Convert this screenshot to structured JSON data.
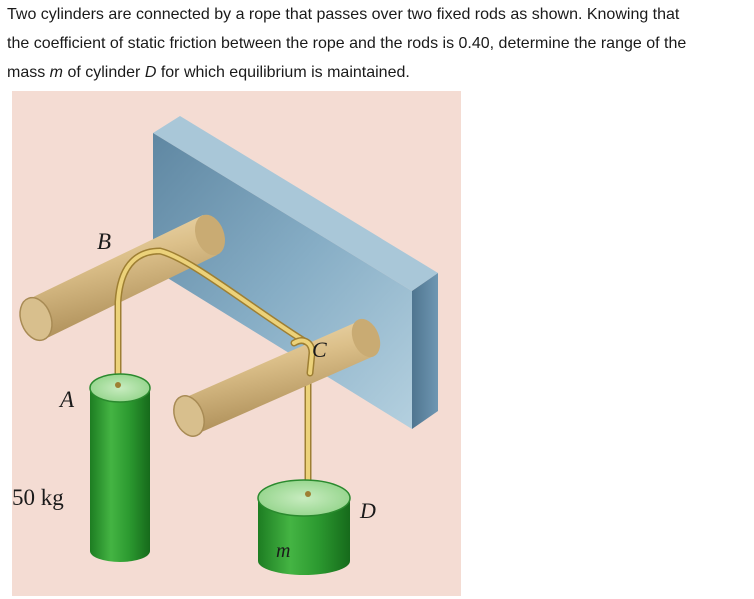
{
  "problem": {
    "line1": "Two cylinders are connected by a rope that passes over two fixed rods as shown. Knowing that",
    "line2": "the coefficient of static friction between the rope and the rods is 0.40, determine the range of the",
    "line3_pre": "mass ",
    "line3_m": "m",
    "line3_mid": " of cylinder ",
    "line3_d": "D",
    "line3_post": " for which equilibrium is maintained."
  },
  "figure": {
    "labels": {
      "b": "B",
      "c": "C",
      "a": "A",
      "d": "D",
      "m": "m",
      "mass_a": "50 kg"
    },
    "colors": {
      "background": "#f4dcd3",
      "wall": "#7fa6be",
      "rod": "#d9c08e",
      "rope": "#e6c65a",
      "cylinder": "#2fa033"
    }
  }
}
